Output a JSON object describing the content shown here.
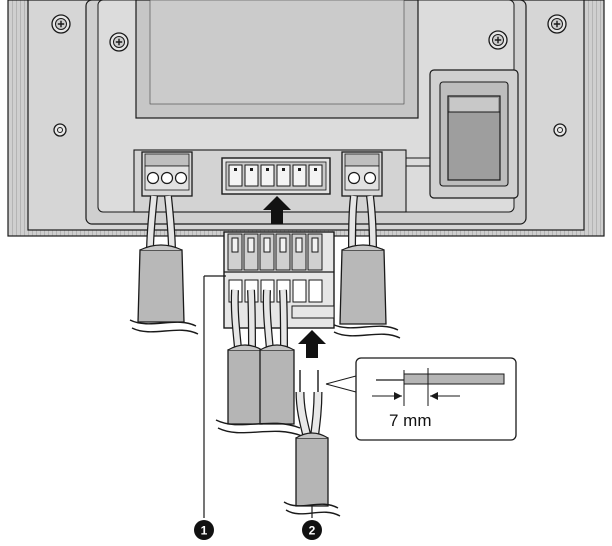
{
  "strip_length_label": "7 mm",
  "callouts": [
    {
      "id": "1",
      "text": "1"
    },
    {
      "id": "2",
      "text": "2"
    }
  ],
  "colors": {
    "line": "#1a1a1a",
    "panel_gray": "#d9d9d9",
    "panel_mid": "#bdbdbd",
    "cable_gray": "#b5b5b5",
    "background": "#ffffff",
    "arrow": "#111111"
  }
}
